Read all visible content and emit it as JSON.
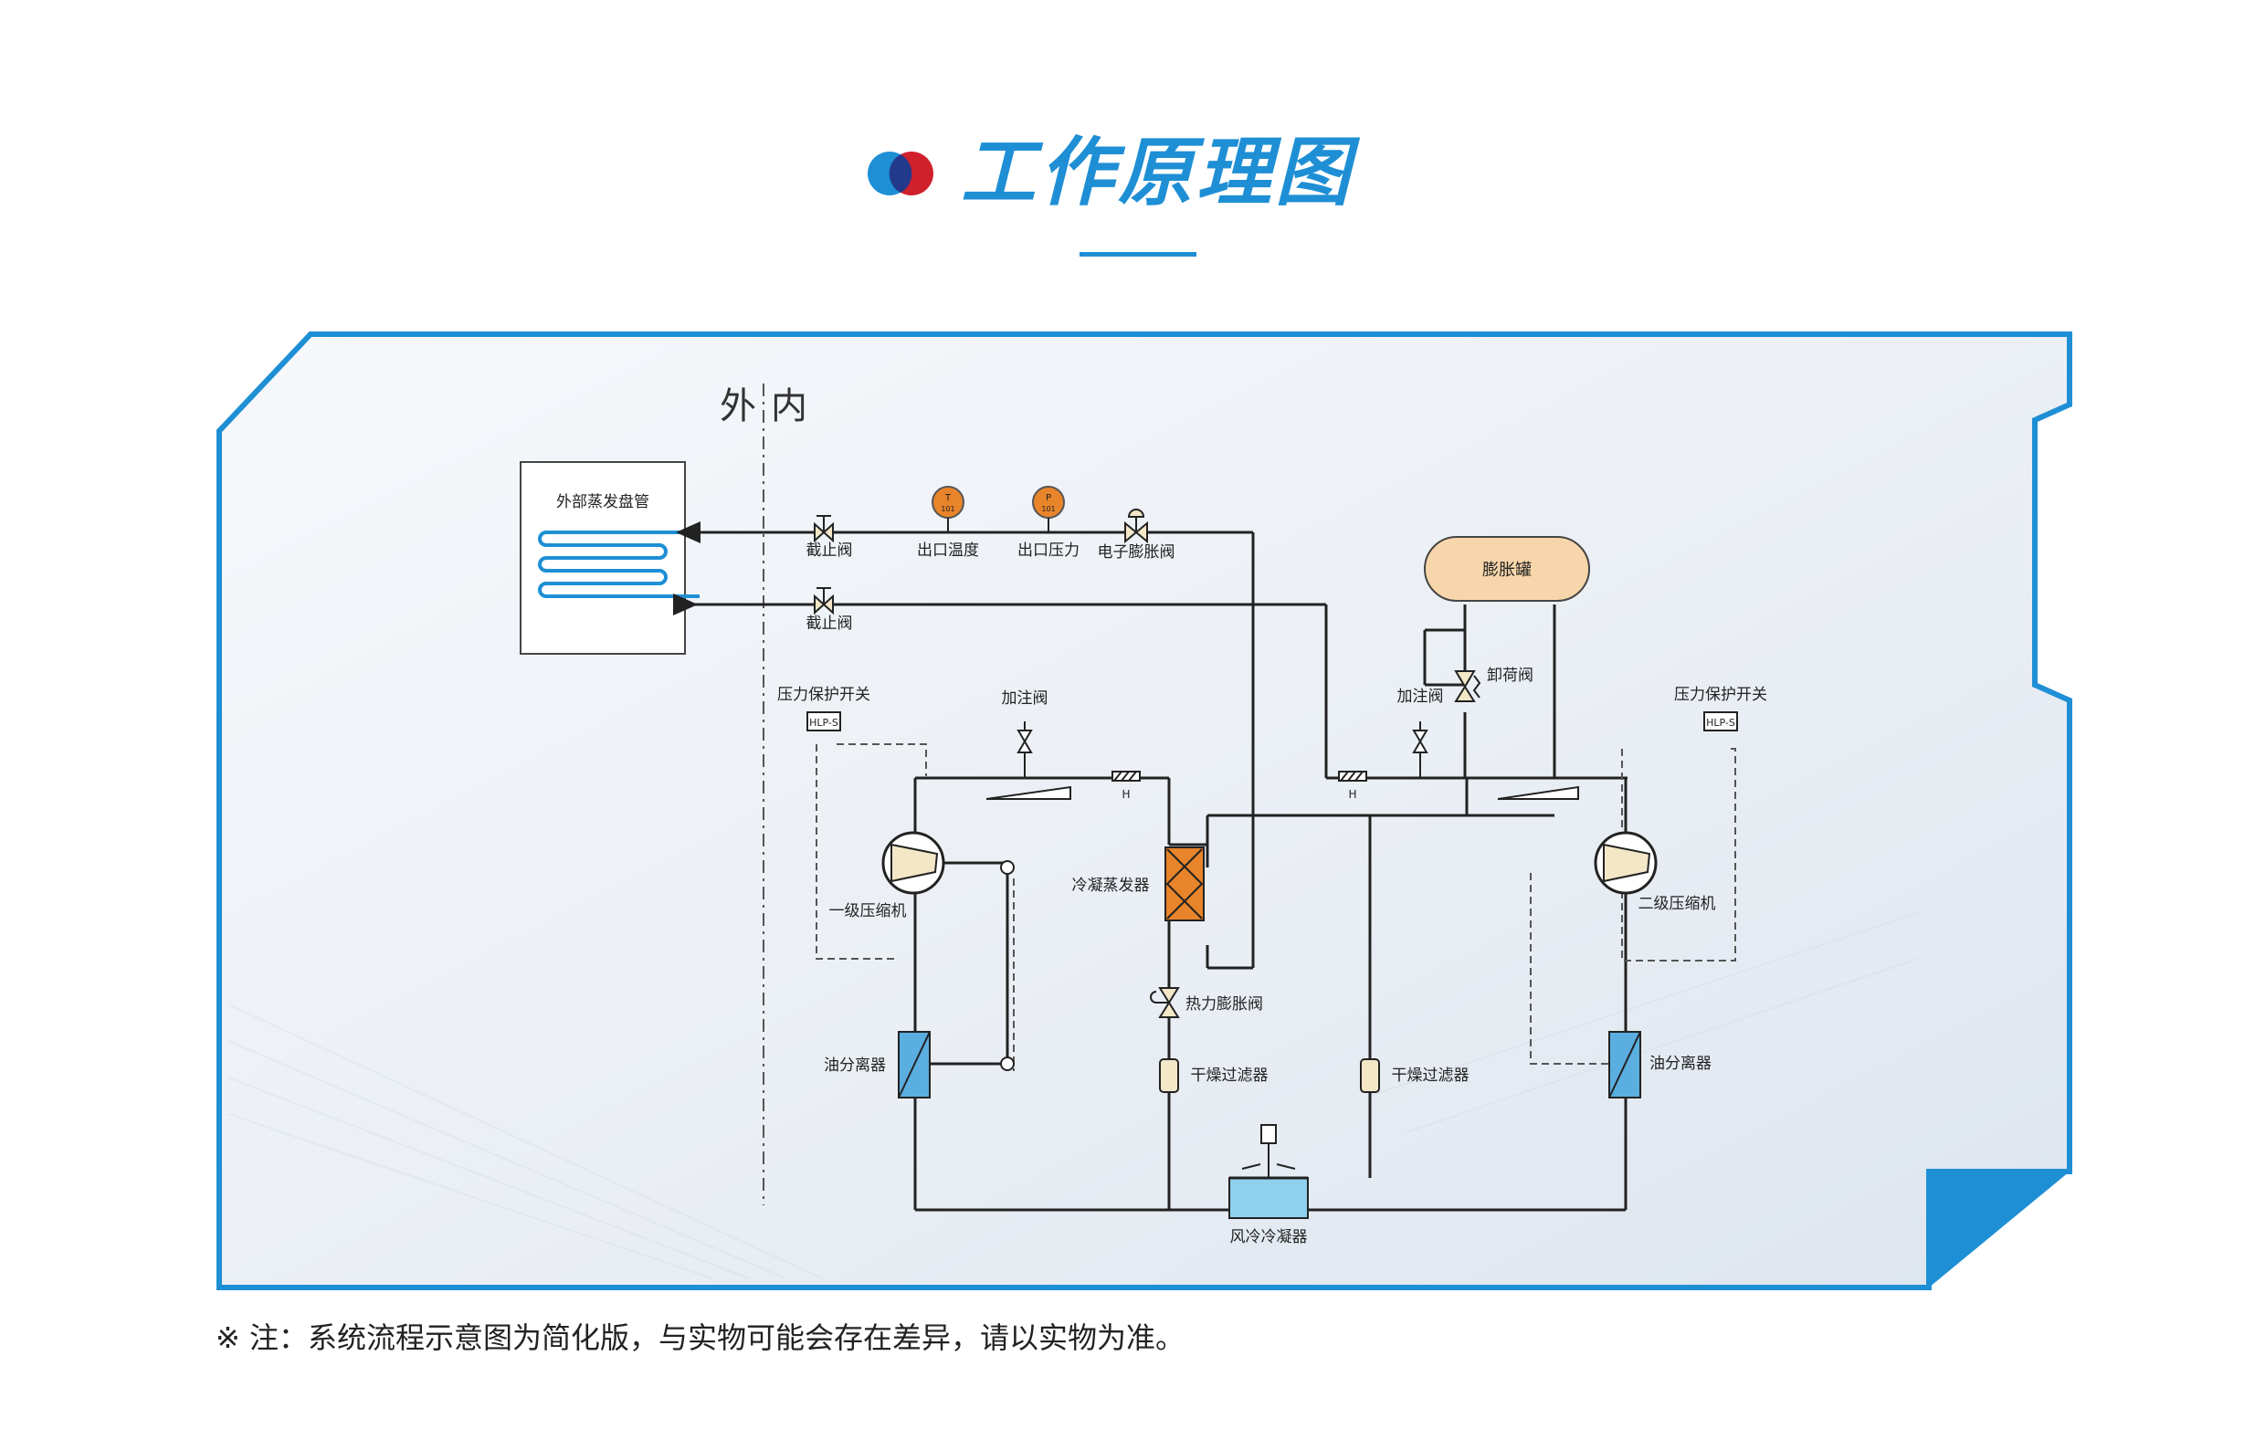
{
  "title": "工作原理图",
  "note": "※ 注：系统流程示意图为简化版，与实物可能会存在差异，请以实物为准。",
  "colors": {
    "accent": "#1e8fd5",
    "red": "#d0202b",
    "orange": "#e8842a",
    "tank": "#f8d6ab",
    "water": "#8fd0ef"
  },
  "zone": {
    "outside": "外",
    "inside": "内"
  },
  "labels": {
    "ext_coil": "外部蒸发盘管",
    "stop_valve_1": "截止阀",
    "stop_valve_2": "截止阀",
    "outlet_temp": "出口温度",
    "outlet_pressure": "出口压力",
    "temp_gauge_letter": "T",
    "temp_gauge_tag": "101",
    "pressure_gauge_letter": "P",
    "pressure_gauge_tag": "101",
    "elec_exp_valve": "电子膨胀阀",
    "exp_tank": "膨胀罐",
    "unload_valve": "卸荷阀",
    "fill_valve_left": "加注阀",
    "fill_valve_right": "加注阀",
    "pressure_switch_left": "压力保护开关",
    "pressure_switch_right": "压力保护开关",
    "hlps_left": "HLP-S",
    "hlps_right": "HLP-S",
    "h_left": "H",
    "h_right": "H",
    "first_compressor": "一级压缩机",
    "second_compressor": "二级压缩机",
    "cond_evap": "冷凝蒸发器",
    "thermal_exp_valve": "热力膨胀阀",
    "oil_sep_left": "油分离器",
    "oil_sep_right": "油分离器",
    "dryer_left": "干燥过滤器",
    "dryer_right": "干燥过滤器",
    "air_condenser": "风冷冷凝器"
  }
}
